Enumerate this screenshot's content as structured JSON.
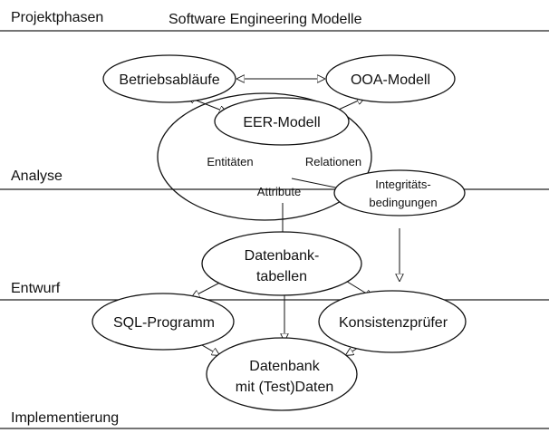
{
  "header": {
    "column_left": "Projektphasen",
    "column_right": "Software Engineering Modelle"
  },
  "phases": {
    "analysis": "Analyse",
    "design": "Entwurf",
    "implementation": "Implementierung"
  },
  "nodes": {
    "betriebsablaeufe": "Betriebsabläufe",
    "ooa_modell": "OOA-Modell",
    "eer_modell": "EER-Modell",
    "entitaeten": "Entitäten",
    "relationen": "Relationen",
    "attribute": "Attribute",
    "integritaet_line1": "Integritäts-",
    "integritaet_line2": "bedingungen",
    "datenbanktabellen_line1": "Datenbank-",
    "datenbanktabellen_line2": "tabellen",
    "sql_programm": "SQL-Programm",
    "konsistenzpruefer": "Konsistenzprüfer",
    "datenbank_line1": "Datenbank",
    "datenbank_line2": "mit (Test)Daten"
  }
}
